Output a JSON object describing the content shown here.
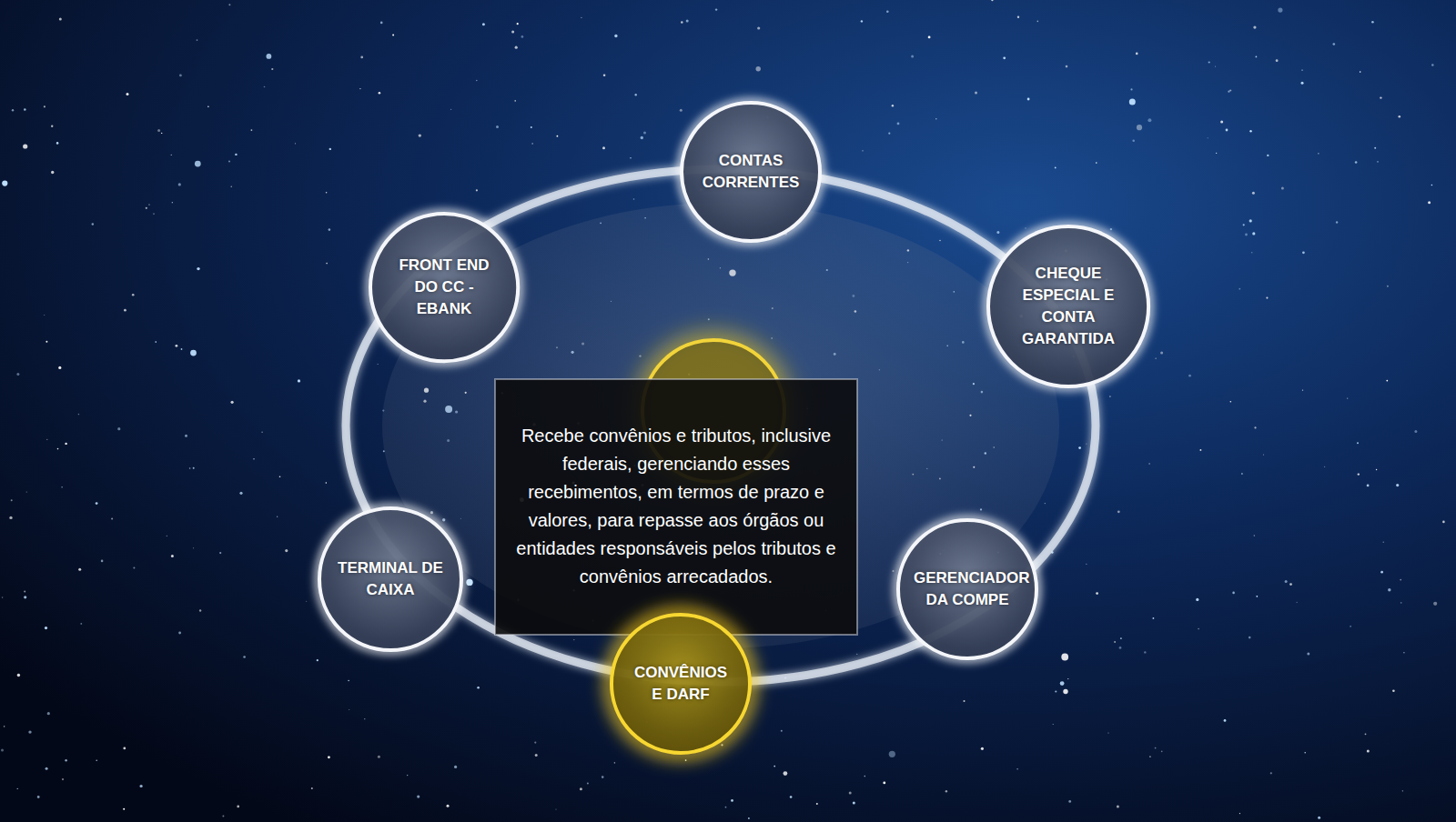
{
  "diagram": {
    "nodes": [
      {
        "text": [
          "CONTAS CORRENTES"
        ]
      },
      {
        "text": [
          "FRONT END DO CC - EBANK"
        ]
      },
      {
        "text": [
          "CHEQUE ESPECIAL E CONTA GARANTIDA"
        ]
      },
      {
        "text": [
          "Recebe convênios e tributos, inclusive federais, gerenciando esses recebimentos, em termos de prazo e valores, para repasse aos órgãos ou entidades responsáveis pelos tributos e convênios arrecadados."
        ]
      },
      {
        "text": [
          "TERMINAL DE CAIXA"
        ]
      },
      {
        "text": [
          "GERENCIADOR DA COMPE"
        ]
      },
      {
        "text": [
          "CONVÊNIOS E DARF"
        ]
      }
    ]
  }
}
